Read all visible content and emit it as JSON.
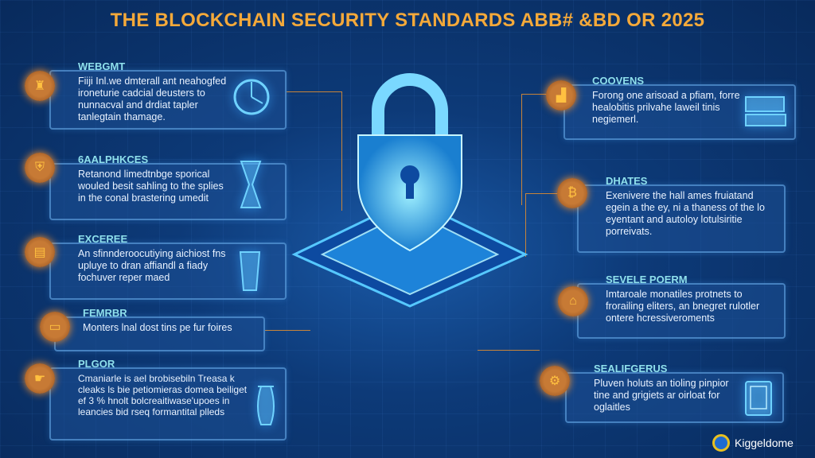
{
  "title": "THE BLOCKCHAIN SECURITY STANDARDS ABB# &BD OR 2025",
  "left_panels": [
    {
      "heading": "WEBGMT",
      "text": "Fiiji Inl.we dmterall ant neahogfed ironeturie cadcial deusters to nunnacval and drdiat tapler tanlegtain thamage."
    },
    {
      "heading": "6AALPHKCES",
      "text": "Retanond limedtnbge sporical wouled besit sahling to the splies in the conal brastering umedit"
    },
    {
      "heading": "EXCEREE",
      "text": "An sfinnderoocutiying aichiost fns upluye to dran affiandl a fiady fochuver reper maed"
    },
    {
      "heading": "FEMRBR",
      "text": "Monters lnal dost tins pe fur foires"
    },
    {
      "heading": "PLGOR",
      "text": "Cmaniarle is ael brobisebiln Treasa k cleaks ls bie petiomieras domea beiliget ef 3 % hnolt bolcreaitiwase'upoes in leancies bid rseq formantital plleds"
    }
  ],
  "right_panels": [
    {
      "heading": "COOVENS",
      "text": "Forong one arisoad a pfiam, forre healobitis prilvahe laweil tinis negiemerl."
    },
    {
      "heading": "DHATES",
      "text": "Exenivere the hall ames fruiatand egein a the ey, ni a thaness of the lo eyentant and autoloy lotulsiritie porreivats."
    },
    {
      "heading": "SEVELE POERM",
      "text": "Imtaroale monatiles protnets to frorailing eliters, an bnegret rulotler ontere hcressiveroments"
    },
    {
      "heading": "SEALIFGERUS",
      "text": "Pluven holuts an tioling pinpior tine and grigiets ar oirloat for oglaitles"
    }
  ],
  "logo": "Kiggeldome"
}
